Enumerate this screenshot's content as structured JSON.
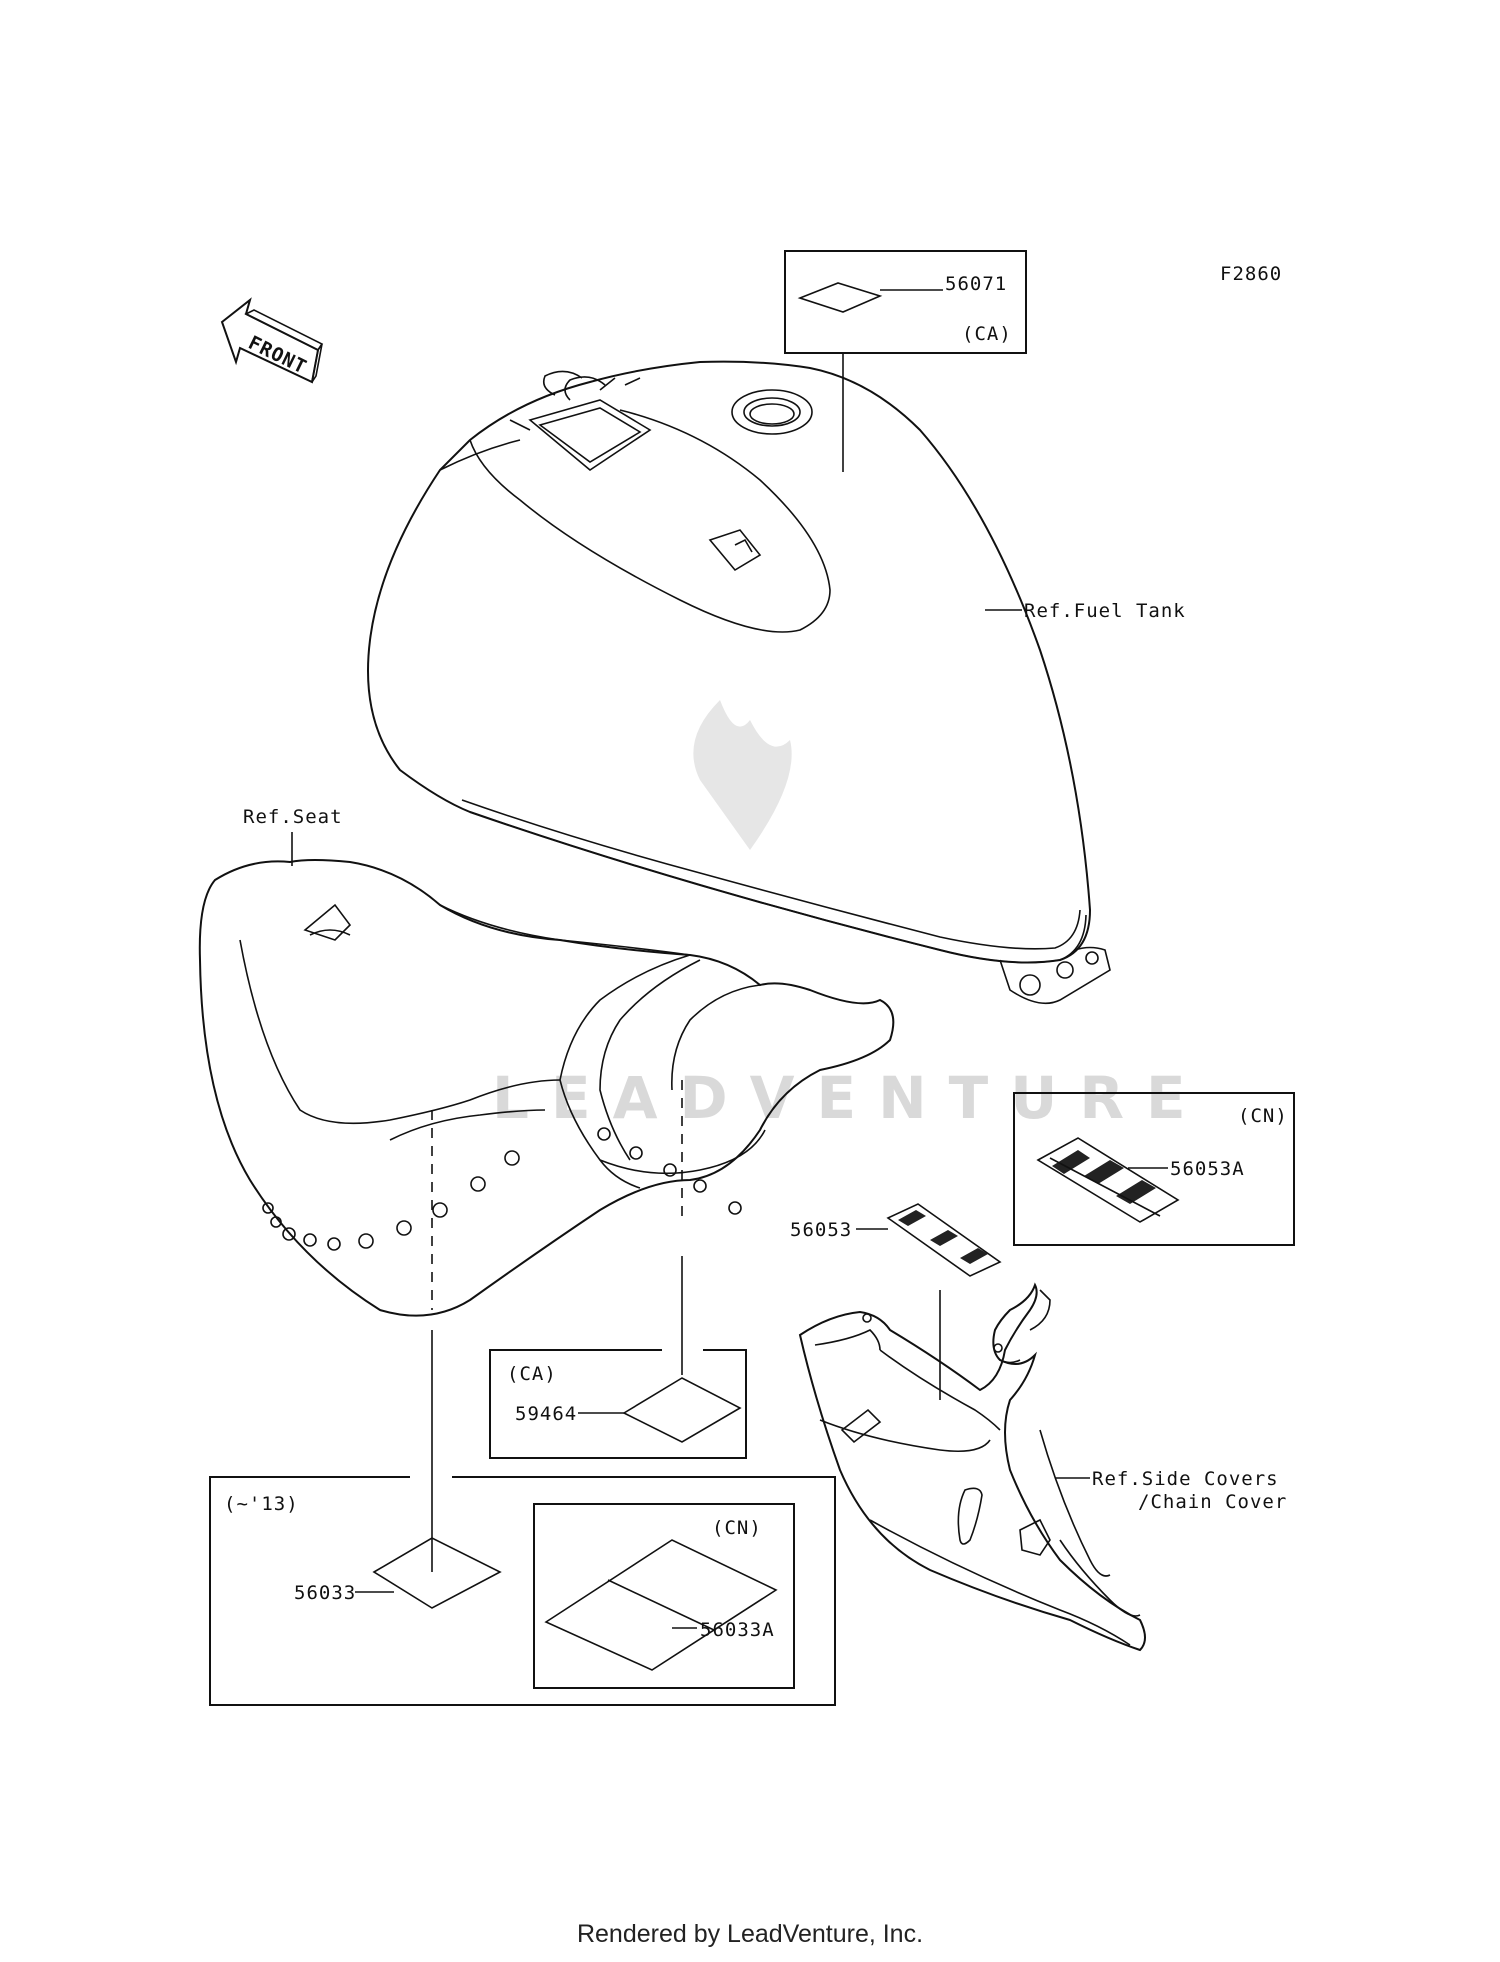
{
  "diagram_code": "F2860",
  "front_label": "FRONT",
  "watermark": "LEADVENTURE",
  "footer": "Rendered by LeadVenture, Inc.",
  "refs": {
    "fuel_tank": "Ref.Fuel Tank",
    "seat": "Ref.Seat",
    "side_covers_1": "Ref.Side Covers",
    "side_covers_2": "/Chain Cover"
  },
  "boxes": {
    "ca_top": "(CA)",
    "cn_right": "(CN)",
    "ca_seat": "(CA)",
    "until13": "(~'13)",
    "cn_inner": "(CN)"
  },
  "parts": {
    "p56071": "56071",
    "p56053A": "56053A",
    "p56053": "56053",
    "p59464": "59464",
    "p56033": "56033",
    "p56033A": "56033A"
  }
}
